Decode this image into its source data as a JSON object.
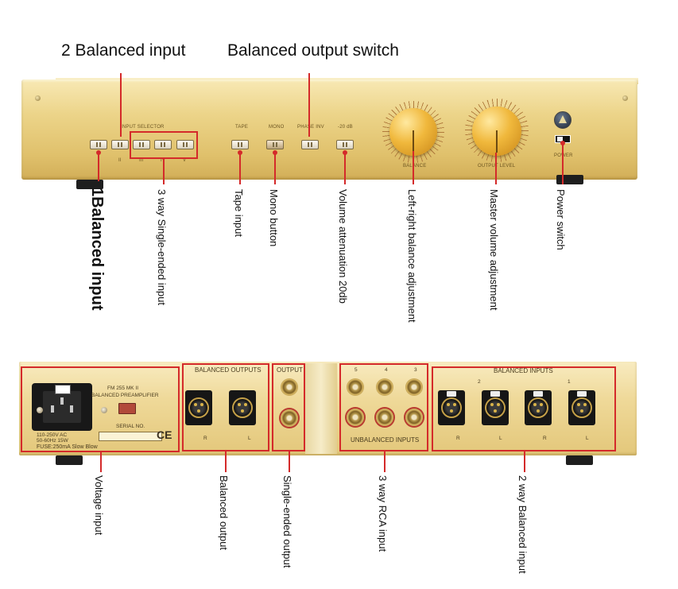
{
  "top_callouts": {
    "balanced_input_2": "2 Balanced input",
    "balanced_output_switch": "Balanced output switch"
  },
  "front_panel": {
    "labels": {
      "input_selector": "INPUT SELECTOR",
      "tape": "TAPE",
      "mono": "MONO",
      "phase_inv": "PHASE INV",
      "minus_20db": "-20 dB",
      "balance": "BALANCE",
      "output_level": "OUTPUT LEVEL",
      "power": "POWER",
      "roman": [
        "II",
        "III",
        "IV",
        "V"
      ]
    }
  },
  "front_callouts": {
    "balanced_input_1": "1Balanced input",
    "single_ended_3way": "3 way Single-ended input",
    "tape_input": "Tape input",
    "mono_button": "Mono button",
    "volume_attenuation": "Volume attenuation 20db",
    "balance_adjustment": "Left-right balance adjustment",
    "master_volume": "Master volume adjustment",
    "power_switch": "Power switch"
  },
  "rear_panel": {
    "model": "FM 255 MK II",
    "subtitle": "BALANCED PREAMPLIFIER",
    "serial_no": "SERIAL NO.",
    "voltage_line1": "110-250V    AC",
    "voltage_line2": "50-60Hz  15W",
    "fuse": "FUSE:250mA Slow Blow",
    "ce": "CE",
    "balanced_outputs": "BALANCED OUTPUTS",
    "output": "OUTPUT",
    "unbalanced_inputs": "UNBALANCED INPUTS",
    "balanced_inputs": "BALANCED INPUTS",
    "rca_numbers": [
      "5",
      "4",
      "3"
    ],
    "bal_in_numbers": [
      "2",
      "1"
    ],
    "channel_R": "R",
    "channel_L": "L"
  },
  "rear_callouts": {
    "voltage_input": "Voltage input",
    "balanced_output": "Balanced output",
    "single_ended_output": "Single-ended output",
    "rca_input_3way": "3 way RCA input",
    "balanced_input_2way": "2 way Balanced input"
  },
  "colors": {
    "annotation_red": "#d42a2a",
    "panel_gold": "#e6cb7d",
    "knob_orange": "#f0b83c"
  }
}
